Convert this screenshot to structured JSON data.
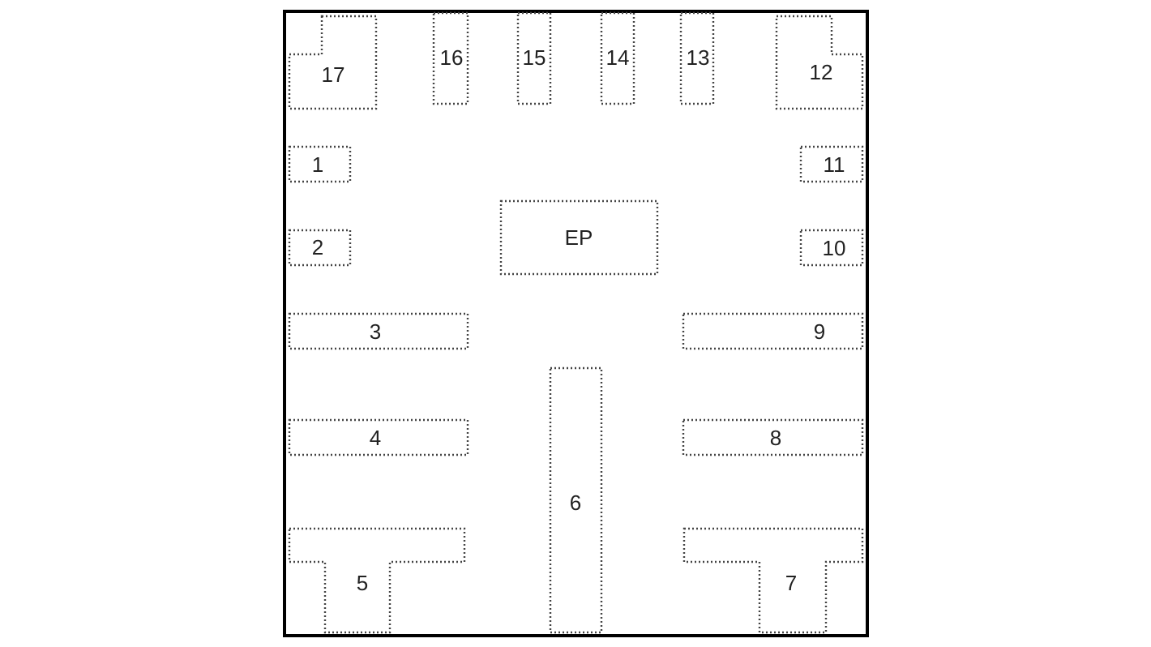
{
  "pins": {
    "p1": "1",
    "p2": "2",
    "p3": "3",
    "p4": "4",
    "p5": "5",
    "p6": "6",
    "p7": "7",
    "p8": "8",
    "p9": "9",
    "p10": "10",
    "p11": "11",
    "p12": "12",
    "p13": "13",
    "p14": "14",
    "p15": "15",
    "p16": "16",
    "p17": "17",
    "ep": "EP"
  },
  "colors": {
    "outline": "#000000",
    "pad_border": "#444444",
    "label": "#222222",
    "background": "#ffffff"
  }
}
